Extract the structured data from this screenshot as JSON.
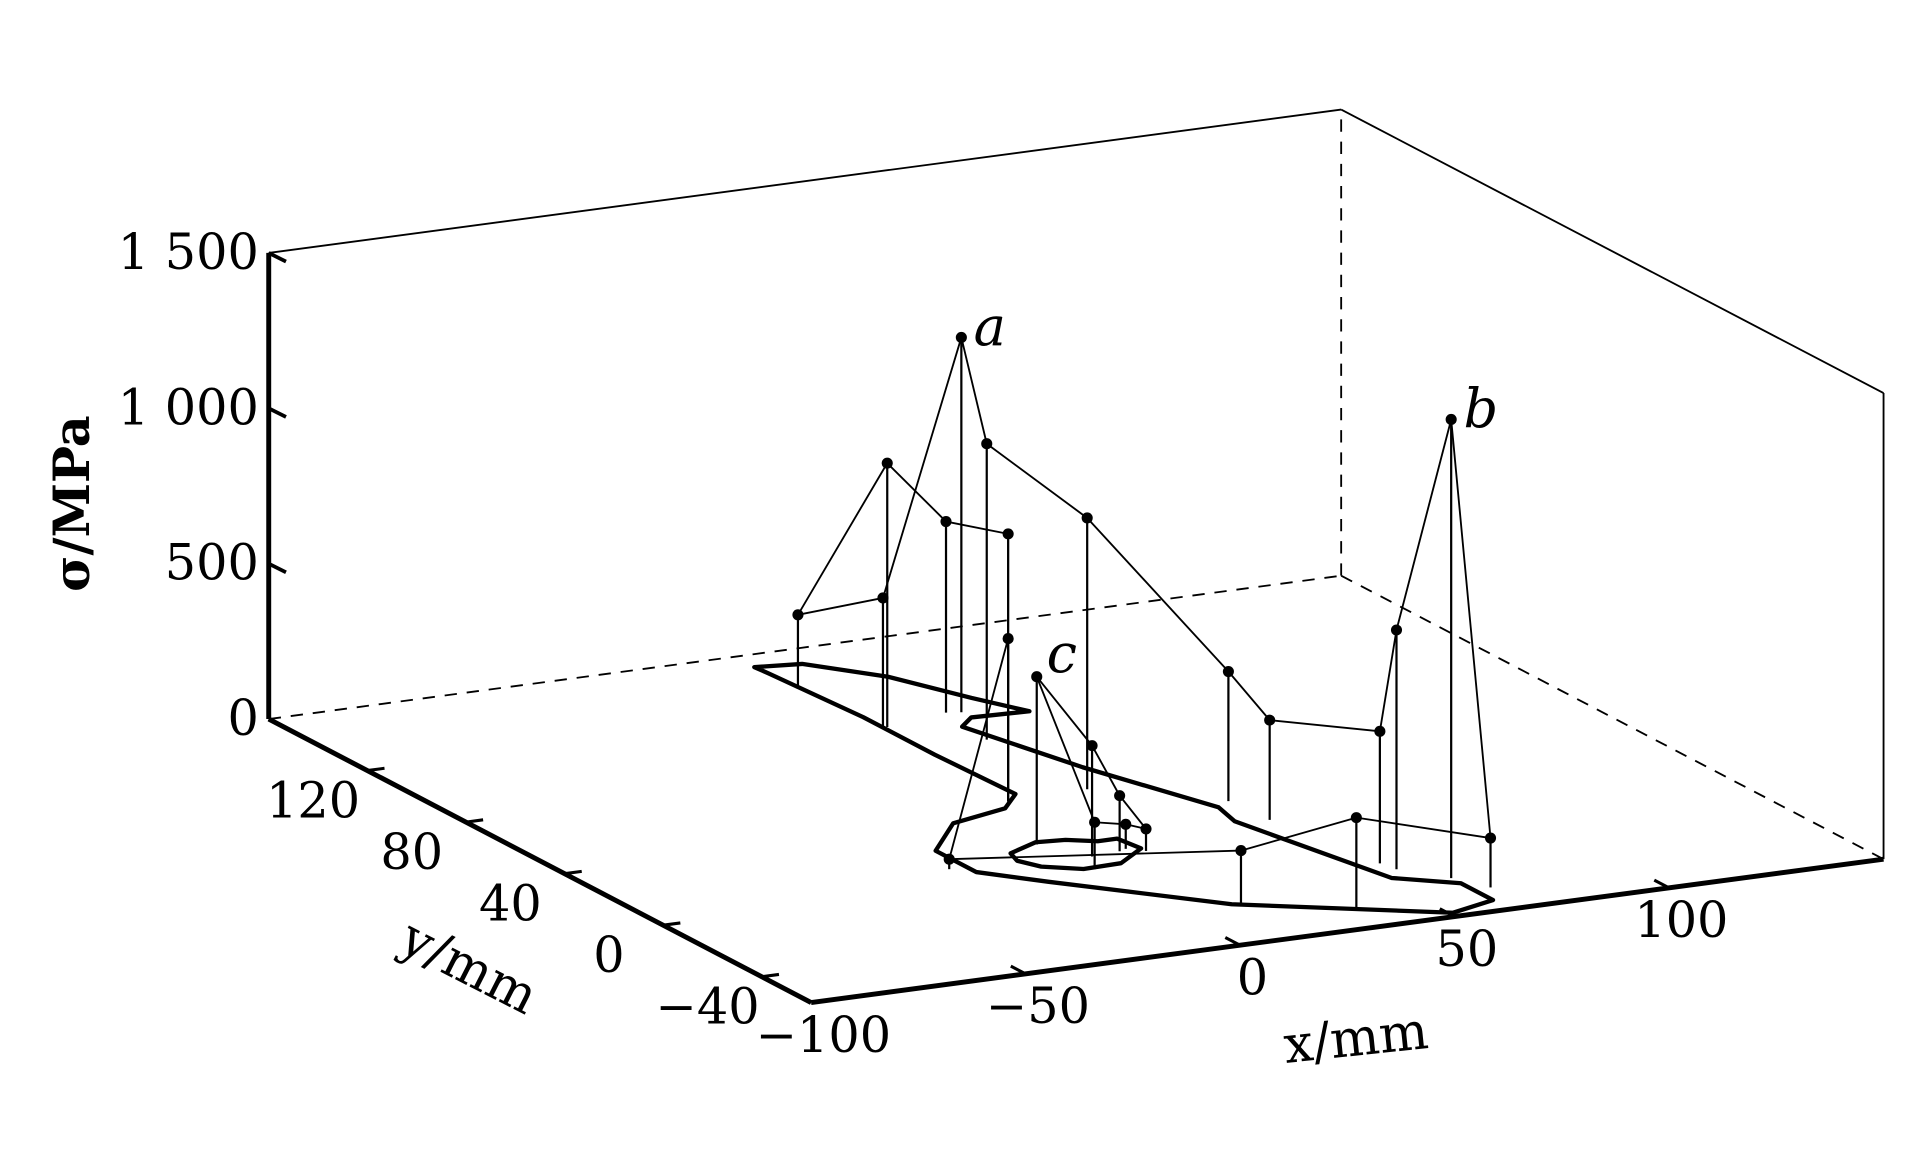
{
  "chart_data": {
    "type": "scatter",
    "projection": "3d",
    "title": "",
    "xlabel": "x/mm",
    "ylabel": "y/mm",
    "zlabel": "σ/MPa",
    "xlim": [
      -100,
      150
    ],
    "ylim": [
      -60,
      160
    ],
    "zlim": [
      0,
      1500
    ],
    "x_ticks": [
      -100,
      -50,
      0,
      50,
      100
    ],
    "x_tick_labels": [
      "−100",
      "−50",
      "0",
      "50",
      "100"
    ],
    "y_ticks": [
      120,
      80,
      40,
      0,
      -40
    ],
    "y_tick_labels": [
      "120",
      "80",
      "40",
      "0",
      "−40"
    ],
    "z_ticks": [
      0,
      500,
      1000,
      1500
    ],
    "z_tick_labels": [
      "0",
      "500",
      "1 000",
      "1 500"
    ],
    "grid": false,
    "points": [
      {
        "id": "p1",
        "x": 9,
        "y": 135,
        "z": 238
      },
      {
        "id": "p2",
        "x": 11,
        "y": 104,
        "z": 417
      },
      {
        "id": "a",
        "x": 31,
        "y": 107,
        "z": 1206,
        "label": "a"
      },
      {
        "id": "p4",
        "x": 26,
        "y": 88,
        "z": 952
      },
      {
        "id": "p5",
        "x": 27,
        "y": 49,
        "z": 873
      },
      {
        "id": "p6",
        "x": 49,
        "y": 30,
        "z": 417
      },
      {
        "id": "p7",
        "x": 50,
        "y": 15,
        "z": 321
      },
      {
        "id": "p8",
        "x": 55,
        "y": -21,
        "z": 425
      },
      {
        "id": "p9",
        "x": 56,
        "y": -26,
        "z": 770
      },
      {
        "id": "b",
        "x": 63,
        "y": -36,
        "z": 1476,
        "label": "b"
      },
      {
        "id": "p11",
        "x": 67,
        "y": -45,
        "z": 159
      },
      {
        "id": "p12",
        "x": 34,
        "y": -48,
        "z": 298
      },
      {
        "id": "p13",
        "x": 14,
        "y": -36,
        "z": 179
      },
      {
        "id": "p14",
        "x": -27,
        "y": 11,
        "z": 32
      },
      {
        "id": "q4",
        "x": 8,
        "y": 48,
        "z": 524
      },
      {
        "id": "q3",
        "x": 8,
        "y": 48,
        "z": 861
      },
      {
        "id": "q2",
        "x": 28,
        "y": 108,
        "z": 615
      },
      {
        "id": "q1",
        "x": 12,
        "y": 104,
        "z": 849
      },
      {
        "id": "c",
        "x": -2,
        "y": 19,
        "z": 540,
        "label": "c"
      },
      {
        "id": "c1",
        "x": 4,
        "y": 7,
        "z": 357
      },
      {
        "id": "c2",
        "x": 11,
        "y": 8,
        "z": 179
      },
      {
        "id": "c3",
        "x": 16,
        "y": 6,
        "z": 71
      },
      {
        "id": "c4",
        "x": 0,
        "y": -1,
        "z": 151
      },
      {
        "id": "c5",
        "x": 13,
        "y": 9,
        "z": 79
      }
    ],
    "connections": [
      [
        "p1",
        "p2",
        "a",
        "p4",
        "p5",
        "p6",
        "p7",
        "p8",
        "p9",
        "b",
        "p11",
        "p12",
        "p13",
        "p14",
        "q4",
        "q3",
        "q2",
        "q1",
        "p1"
      ],
      [
        "c",
        "c1",
        "c2",
        "c3"
      ],
      [
        "c",
        "c4",
        "c5",
        "c3"
      ]
    ],
    "outline_outer": [
      [
        8.6,
        152
      ],
      [
        18.6,
        150
      ],
      [
        30,
        135
      ],
      [
        38,
        115
      ],
      [
        44,
        102
      ],
      [
        31,
        103
      ],
      [
        26,
        98
      ],
      [
        34,
        63
      ],
      [
        45,
        27
      ],
      [
        43,
        17
      ],
      [
        52,
        -31
      ],
      [
        63,
        -40
      ],
      [
        63,
        -53
      ],
      [
        51,
        -57.5
      ],
      [
        13,
        -34
      ],
      [
        -13,
        -5
      ],
      [
        -23,
        7
      ],
      [
        -23,
        23.5
      ],
      [
        -10,
        39
      ],
      [
        5,
        44
      ],
      [
        12,
        52
      ],
      [
        11,
        83
      ],
      [
        11,
        112
      ],
      [
        9,
        147
      ]
    ],
    "outline_inner": [
      [
        -10,
        15.7
      ],
      [
        -1.4,
        20.5
      ],
      [
        5,
        19.5
      ],
      [
        10.5,
        16
      ],
      [
        15,
        16
      ],
      [
        16,
        8
      ],
      [
        7,
        0.5
      ],
      [
        -2,
        0
      ],
      [
        -9,
        5
      ],
      [
        -11.4,
        10.6
      ]
    ]
  }
}
